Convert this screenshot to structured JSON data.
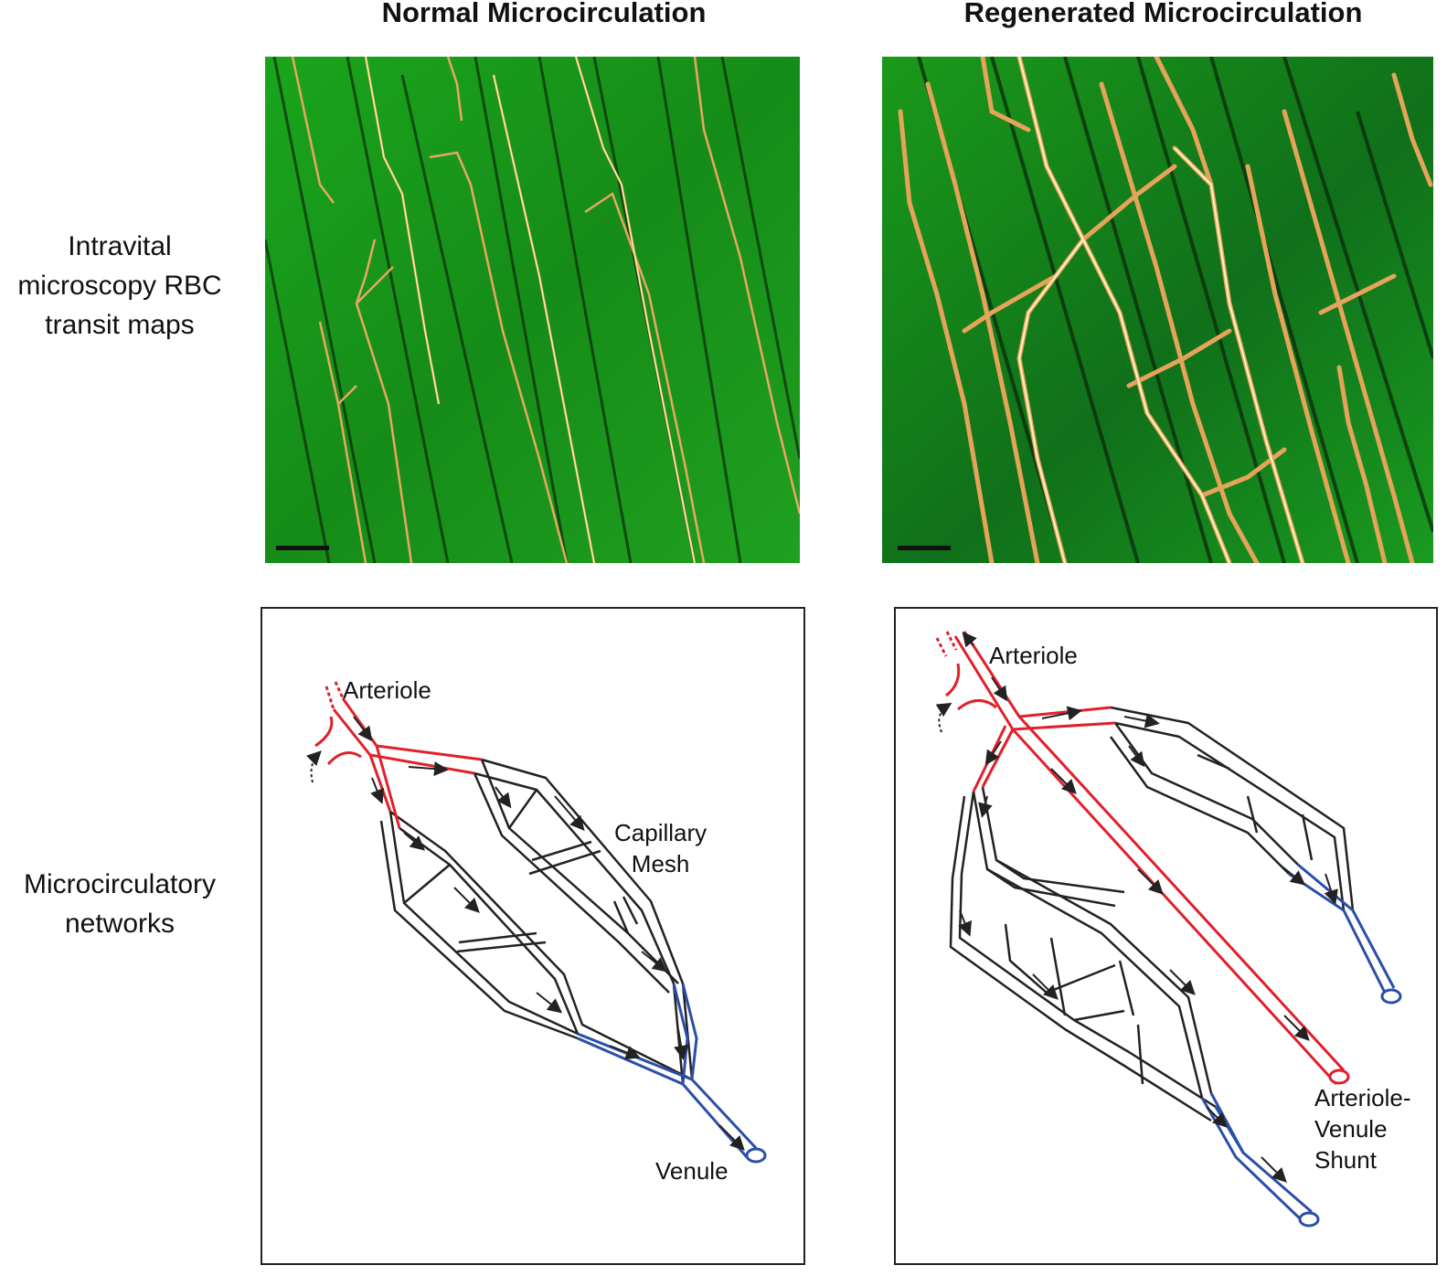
{
  "columns": [
    {
      "title": "Normal Microcirculation"
    },
    {
      "title": "Regenerated Microcirculation"
    }
  ],
  "rows": [
    {
      "label_lines": [
        "Intravital",
        "microscopy RBC",
        "transit maps"
      ]
    },
    {
      "label_lines": [
        "Microcirculatory",
        "networks"
      ]
    }
  ],
  "normal_network": {
    "arteriole_label": "Arteriole",
    "mesh_label_lines": [
      "Capillary",
      "Mesh"
    ],
    "venule_label": "Venule"
  },
  "regenerated_network": {
    "arteriole_label": "Arteriole",
    "shunt_label_lines": [
      "Arteriole-",
      "Venule",
      "Shunt"
    ]
  },
  "colors": {
    "arteriole": "#e0202a",
    "venule": "#2a4fa8",
    "capillary": "#222222",
    "tissue_green": "#1f9a1f",
    "vessel_gold": "#f2c27a"
  }
}
